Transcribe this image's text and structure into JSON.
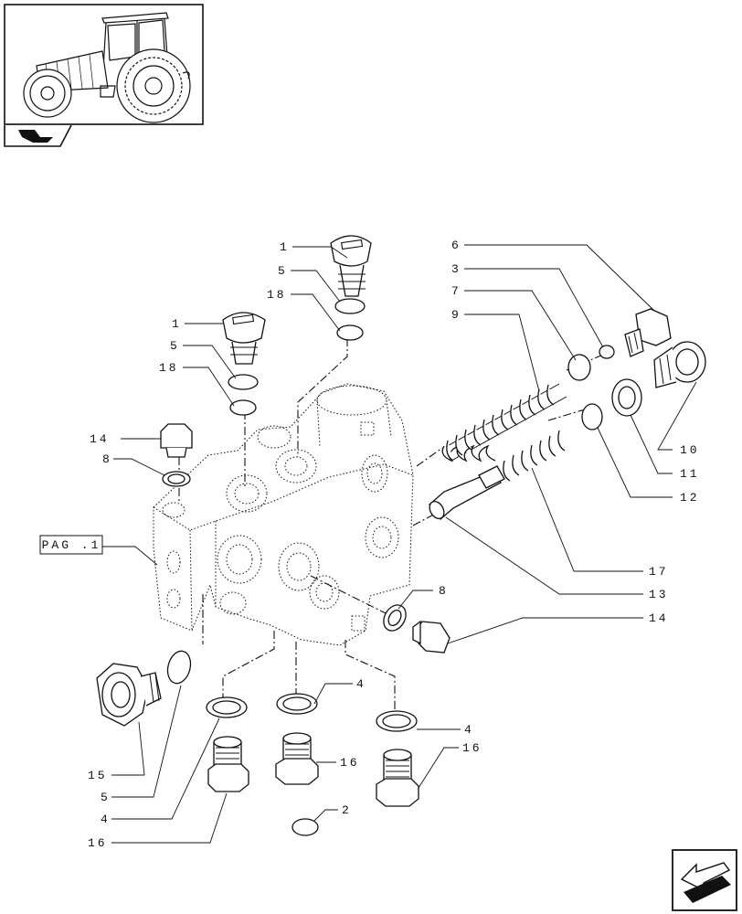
{
  "reference_box": {
    "label": "PAG .1"
  },
  "callouts": [
    {
      "id": "c-1-top",
      "text": "1"
    },
    {
      "id": "c-5-top",
      "text": "5"
    },
    {
      "id": "c-18-top",
      "text": "18"
    },
    {
      "id": "c-1-mid",
      "text": "1"
    },
    {
      "id": "c-5-mid",
      "text": "5"
    },
    {
      "id": "c-18-mid",
      "text": "18"
    },
    {
      "id": "c-14-left",
      "text": "14"
    },
    {
      "id": "c-8-left",
      "text": "8"
    },
    {
      "id": "c-6",
      "text": "6"
    },
    {
      "id": "c-3",
      "text": "3"
    },
    {
      "id": "c-7",
      "text": "7"
    },
    {
      "id": "c-9",
      "text": "9"
    },
    {
      "id": "c-10",
      "text": "10"
    },
    {
      "id": "c-11",
      "text": "11"
    },
    {
      "id": "c-12",
      "text": "12"
    },
    {
      "id": "c-17",
      "text": "17"
    },
    {
      "id": "c-13",
      "text": "13"
    },
    {
      "id": "c-14-right",
      "text": "14"
    },
    {
      "id": "c-8-right",
      "text": "8"
    },
    {
      "id": "c-4-a",
      "text": "4"
    },
    {
      "id": "c-4-b",
      "text": "4"
    },
    {
      "id": "c-16-a",
      "text": "16"
    },
    {
      "id": "c-16-b",
      "text": "16"
    },
    {
      "id": "c-15",
      "text": "15"
    },
    {
      "id": "c-5-bottom",
      "text": "5"
    },
    {
      "id": "c-4-bottom",
      "text": "4"
    },
    {
      "id": "c-16-bottom",
      "text": "16"
    },
    {
      "id": "c-2",
      "text": "2"
    }
  ],
  "icons": {
    "thumbnail": "tractor-thumbnail-icon",
    "category": "hydraulic-book-icon",
    "navigation": "next-page-arrow-icon"
  }
}
